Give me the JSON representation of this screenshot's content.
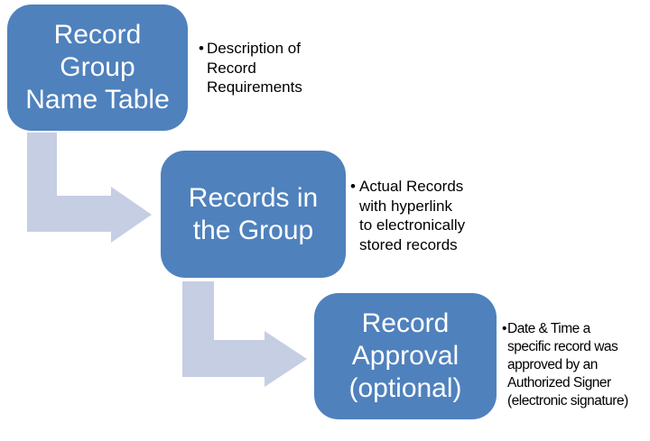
{
  "diagram": {
    "boxes": [
      {
        "id": "record-group-name-table",
        "lines": {
          "l1": "Record",
          "l2": "Group",
          "l3": "Name Table"
        }
      },
      {
        "id": "records-in-the-group",
        "lines": {
          "l1": "Records in",
          "l2": "the Group"
        }
      },
      {
        "id": "record-approval",
        "lines": {
          "l1": "Record",
          "l2": "Approval",
          "l3": "(optional)"
        }
      }
    ],
    "bullets": [
      {
        "marker": "•",
        "lines": {
          "l1": "Description of",
          "l2": "Record",
          "l3": "Requirements"
        }
      },
      {
        "marker": "•",
        "lines": {
          "l1": "Actual Records",
          "l2": "with hyperlink",
          "l3": "to electronically",
          "l4": "stored records"
        }
      },
      {
        "marker": "•",
        "lines": {
          "l1": "Date & Time a",
          "l2": "specific record was",
          "l3": "approved by an",
          "l4": "Authorized Signer",
          "l5": "(electronic signature)"
        }
      }
    ],
    "colors": {
      "box_fill": "#4f81bd",
      "box_text": "#ffffff",
      "arrow_fill": "#c5cee3",
      "bullet_text": "#000000",
      "background": "#ffffff"
    }
  }
}
